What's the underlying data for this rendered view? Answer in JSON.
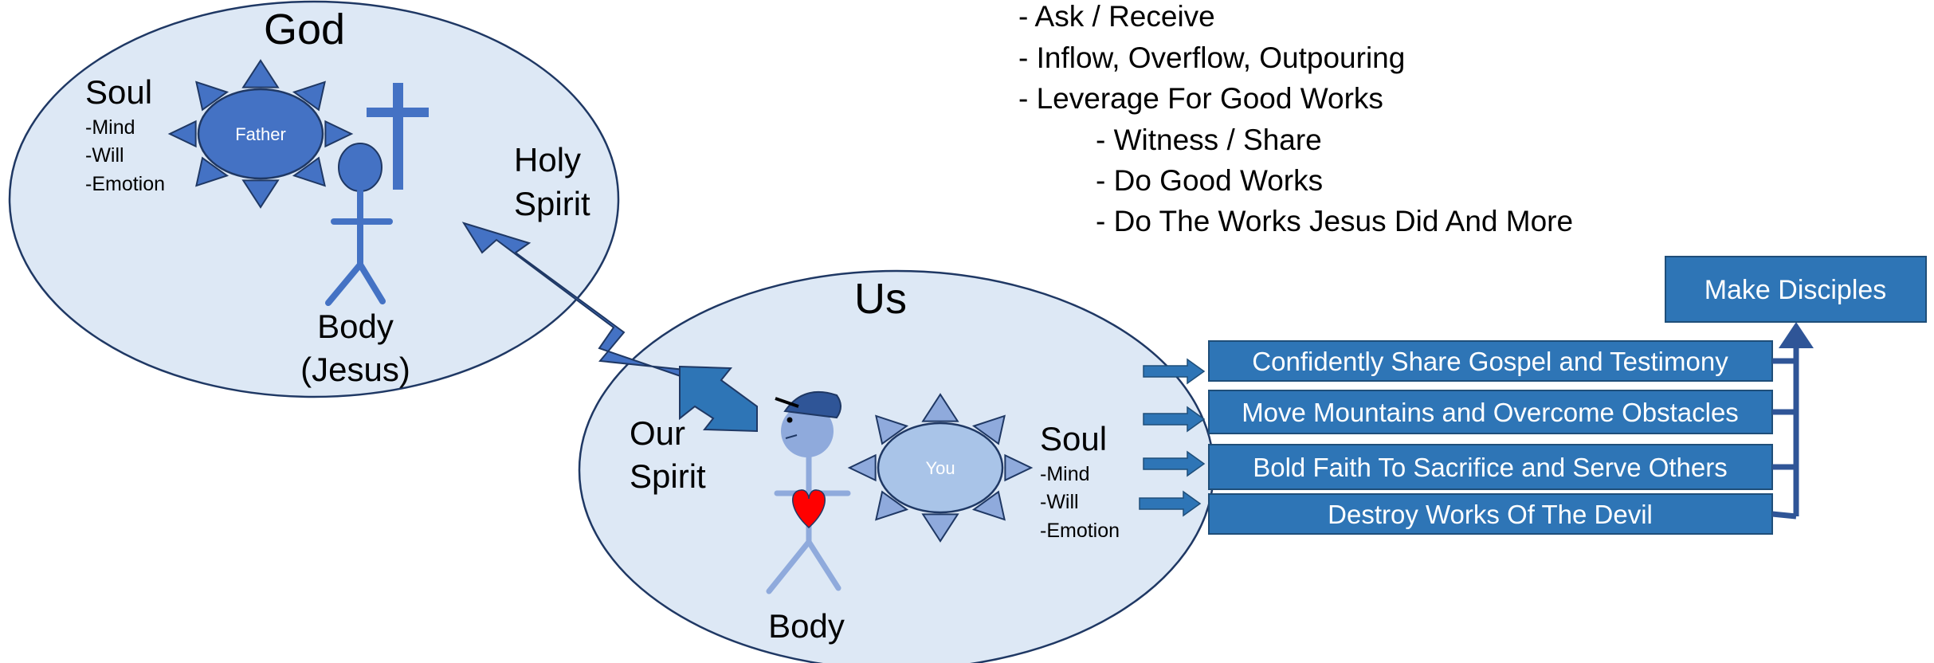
{
  "colors": {
    "ellipse_fill": "#dde8f5",
    "ellipse_stroke": "#1f3864",
    "dark_blue": "#4472c4",
    "box_blue": "#2e75b6",
    "box_stroke": "#1f4e79",
    "light_blue": "#8faadc",
    "you_fill": "#a9c4e8",
    "heart_red": "#ff0000",
    "arrow_blue": "#3d6cc2",
    "arrow_dark": "#2f5597",
    "text": "#000000",
    "white": "#ffffff"
  },
  "god": {
    "title": "God",
    "soul_label": "Soul",
    "soul_items": [
      "-Mind",
      "-Will",
      "-Emotion"
    ],
    "sun_label": "Father",
    "body_label": "Body",
    "body_sub": "(Jesus)"
  },
  "holy_spirit": [
    "Holy",
    "Spirit"
  ],
  "us": {
    "title": "Us",
    "spirit_label": [
      "Our",
      "Spirit"
    ],
    "sun_label": "You",
    "soul_label": "Soul",
    "soul_items": [
      "-Mind",
      "-Will",
      "-Emotion"
    ],
    "body_label": "Body"
  },
  "notes": {
    "items": [
      "- Ask / Receive",
      "- Inflow, Overflow, Outpouring",
      "- Leverage For Good Works"
    ],
    "sub_items": [
      "- Witness / Share",
      "- Do Good Works",
      "- Do The Works Jesus Did And More"
    ]
  },
  "actions": [
    "Confidently Share Gospel and Testimony",
    "Move Mountains and Overcome Obstacles",
    "Bold Faith To Sacrifice and Serve Others",
    "Destroy Works Of The Devil"
  ],
  "result": "Make Disciples"
}
